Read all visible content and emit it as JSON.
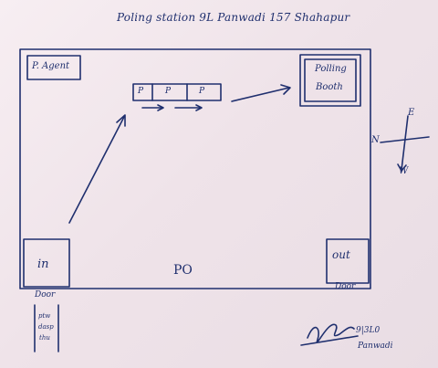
{
  "title": "Poling station 9L Panwadi 157 Shahapur",
  "polling_agent": "P. Agent",
  "polling_booth": [
    "Polling",
    "Booth"
  ],
  "queue": [
    "P",
    "P",
    "P"
  ],
  "compass": {
    "east": "E",
    "west": "W",
    "north": "N"
  },
  "entry": {
    "label": "in",
    "door": "Door"
  },
  "exit": {
    "label": "out",
    "door": "Door"
  },
  "po_label": "PO",
  "side_note": [
    "ptw",
    "dasp",
    "thu"
  ],
  "signature": {
    "code": "9|3L0",
    "place": "Panwadi"
  },
  "colors": {
    "ink": "#1f2f6e",
    "paper": "#f3e9ee"
  }
}
